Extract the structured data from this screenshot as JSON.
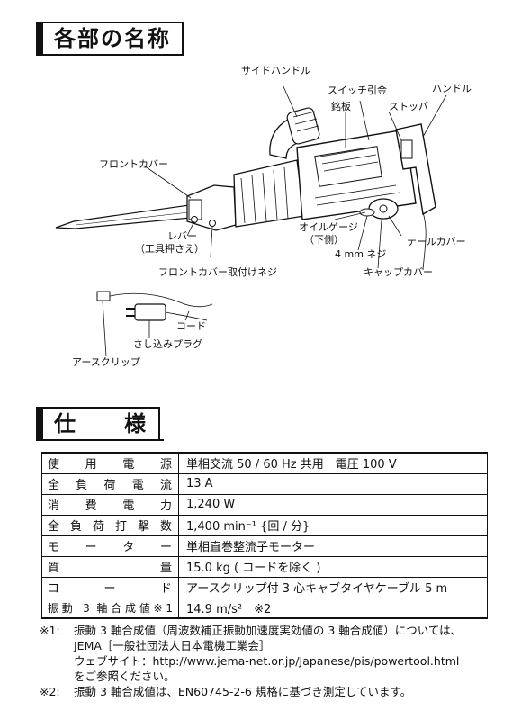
{
  "section1": {
    "title": "各部の名称"
  },
  "parts": {
    "side_handle": "サイドハンドル",
    "switch_trigger": "スイッチ引金",
    "handle": "ハンドル",
    "nameplate": "銘板",
    "stopper": "ストッパ",
    "front_cover": "フロントカバー",
    "lever": "レバー",
    "lever_sub": "（工具押さえ）",
    "front_cover_screw": "フロントカバー取付けネジ",
    "oil_gauge": "オイルゲージ",
    "oil_gauge_sub": "（下側）",
    "tail_cover": "テールカバー",
    "screw_4mm": "4 mm ネジ",
    "cap_cover": "キャップカバー",
    "cord": "コード",
    "plug": "さし込みプラグ",
    "earth_clip": "アースクリップ"
  },
  "section2": {
    "title": "仕　　様"
  },
  "spec": [
    {
      "label": "使用電源",
      "value": "単相交流 50 / 60 Hz 共用　電圧 100 V"
    },
    {
      "label": "全負荷電流",
      "value": "13 A"
    },
    {
      "label": "消費電力",
      "value": "1,240 W"
    },
    {
      "label": "全負荷打撃数",
      "value": "1,400 min⁻¹ {回 / 分}"
    },
    {
      "label": "モーター",
      "value": "単相直巻整流子モーター"
    },
    {
      "label": "質量",
      "value": "15.0 kg ( コードを除く )"
    },
    {
      "label": "コード",
      "value": "アースクリップ付 3 心キャブタイヤケーブル  5 m"
    },
    {
      "label": "振動 3 軸合成値※1",
      "value": "14.9 m/s²　※2"
    }
  ],
  "notes": [
    {
      "mark": "※1:",
      "lines": [
        "振動 3 軸合成値（周波数補正振動加速度実効値の 3 軸合成値）については、",
        "JEMA［一般社団法人日本電機工業会］",
        "ウェブサイト：http://www.jema-net.or.jp/Japanese/pis/powertool.html",
        "をご参照ください。"
      ]
    },
    {
      "mark": "※2:",
      "lines": [
        "振動 3 軸合成値は、EN60745-2-6 規格に基づき測定しています。"
      ]
    }
  ]
}
